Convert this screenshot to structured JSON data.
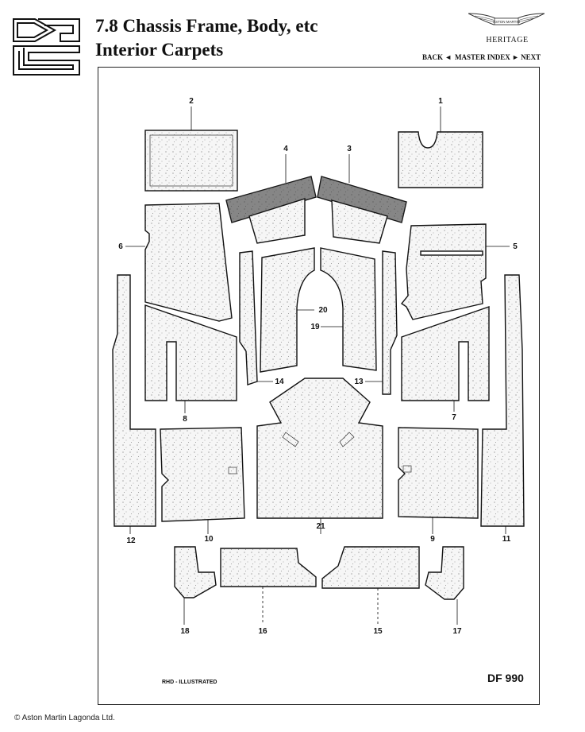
{
  "header": {
    "section_title": "7.8  Chassis Frame, Body, etc",
    "subtitle": "Interior Carpets",
    "brand_wing_text": "ASTON MARTIN",
    "heritage": "HERITAGE",
    "nav": {
      "back": "BACK ◄",
      "index": "MASTER INDEX",
      "next": "► NEXT"
    }
  },
  "logo": {
    "text": "DBS"
  },
  "diagram": {
    "labels": [
      "1",
      "2",
      "3",
      "4",
      "5",
      "6",
      "7",
      "8",
      "9",
      "10",
      "11",
      "12",
      "13",
      "14",
      "15",
      "16",
      "17",
      "18",
      "19",
      "20",
      "21"
    ],
    "note": "RHD - ILLUSTRATED",
    "code": "DF 990"
  },
  "footer": {
    "copyright": "© Aston Martin Lagonda Ltd."
  }
}
